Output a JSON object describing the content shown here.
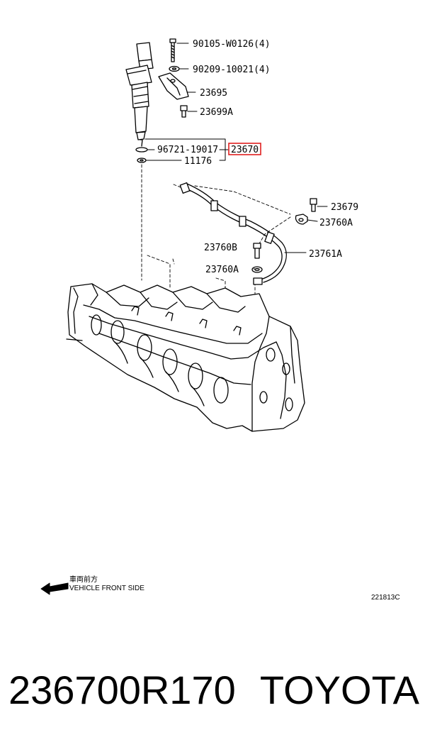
{
  "callouts": {
    "bolt_90105": "90105-W0126(4)",
    "washer_90209": "90209-10021(4)",
    "clamp_23695": "23695",
    "bolt_23699A": "23699A",
    "ring_96721": "96721-19017",
    "injector_23670": "23670",
    "seal_11176": "11176",
    "bolt_23679": "23679",
    "clamp_23760A_right": "23760A",
    "bolt_23760B": "23760B",
    "clamp_23760A_left": "23760A",
    "pipe_23761A": "23761A"
  },
  "legend": {
    "jp_text": "車両前方",
    "en_text": "VEHICLE FRONT SIDE"
  },
  "drawing_code": "221813C",
  "footer": {
    "part_number": "236700R170",
    "brand": "TOYOTA"
  },
  "highlight_color": "#e02020"
}
